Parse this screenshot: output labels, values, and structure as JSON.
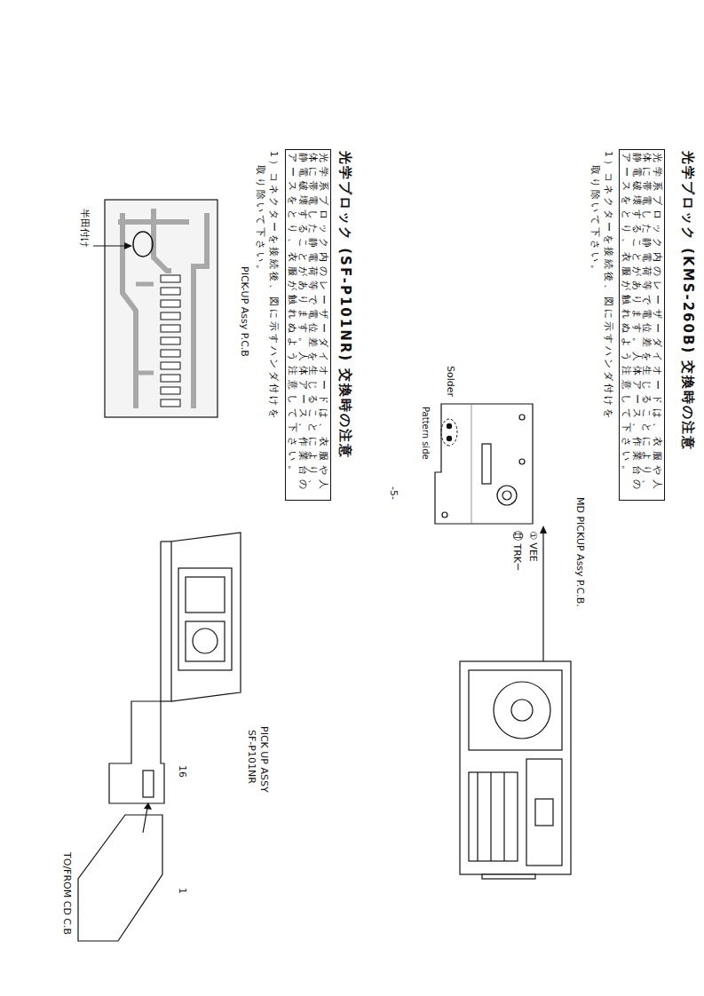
{
  "diagram": {
    "nodes": [
      {
        "text": [
          "光学系ブロック内のレーザーダイオードは、衣服や人体に帯電した静電荷等で電位差を生じることにより、静電破壊することがあります。人体アース、作業台のアースをとり、衣服が触れぬよう注意して下さい。"
        ]
      },
      {
        "text": [
          "光学系ブロック内のレーザーダイオードは、衣服や人体に帯電した静電荷等で電位差を生じることにより、静電破壊することがあります。人体アース、作業台のアースをとり、衣服が触れぬよう注意して下さい。"
        ]
      }
    ],
    "labels": [
      "光学ブロック (KMS-260B) 交換時の注意",
      "1）コネクターを接続後、図に示すハンダ付けを取り除いて下さい。",
      "MD PICKUP Assy P.C.B.",
      "Solder",
      "Pattern side",
      "① VEE",
      "㉑ TRK－",
      "光学ブロック (SF-P101NR) 交換時の注意",
      "1）コネクターを接続後、図に示すハンダ付けを取り除いて下さい。",
      "PICK-UP Assy P.C.B",
      "半田付け",
      "PICK UP ASSY",
      "SF-P101NR",
      "16",
      "1",
      "TO/FROM CD C.B",
      "-5-"
    ]
  }
}
